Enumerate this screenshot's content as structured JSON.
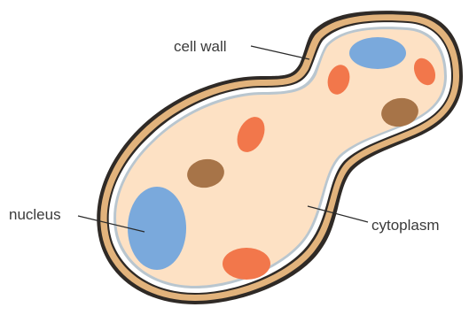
{
  "labels": {
    "cell_wall": "cell wall",
    "nucleus": "nucleus",
    "cytoplasm": "cytoplasm"
  },
  "colors": {
    "cell_wall_fill": "#e2b37c",
    "cell_wall_outline": "#2f2a26",
    "membrane": "#b9c6cf",
    "cytoplasm": "#fde1c4",
    "nucleus": "#7aa9dc",
    "orange_organelle": "#f2774b",
    "brown_organelle": "#a77448"
  }
}
